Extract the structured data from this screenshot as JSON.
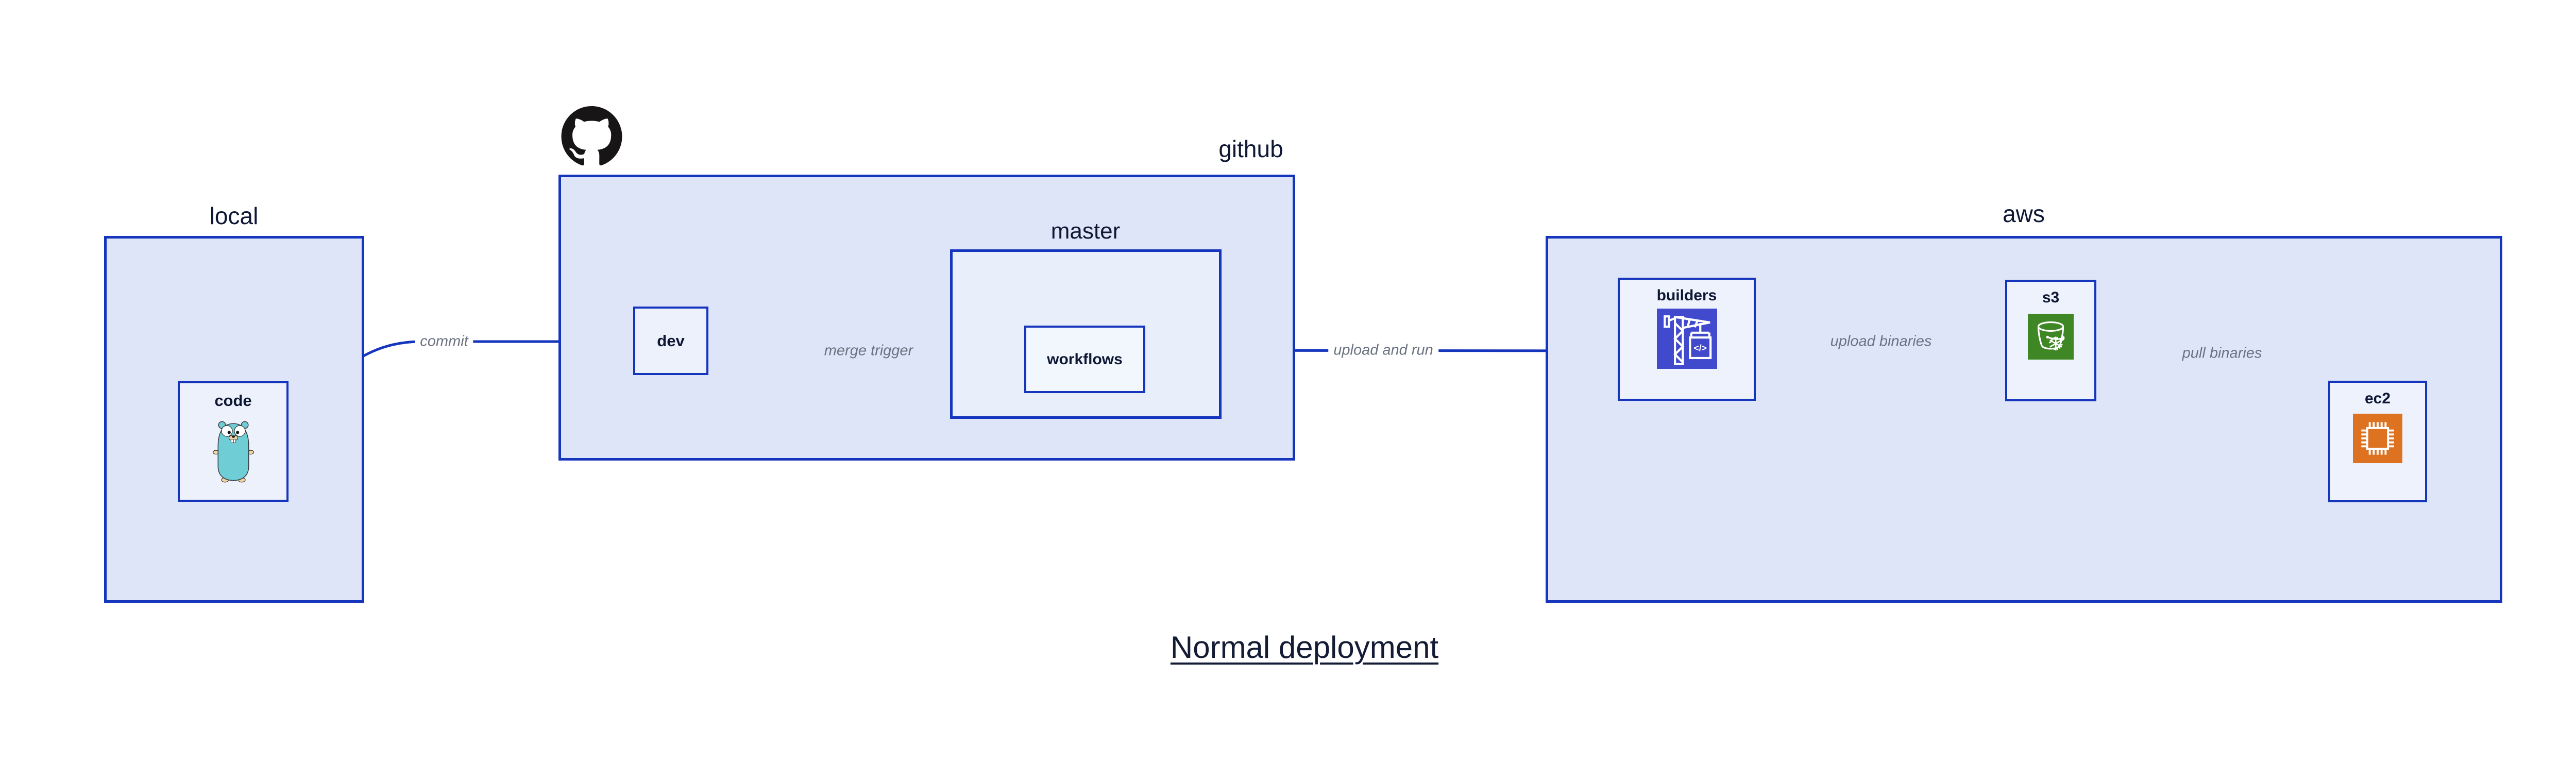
{
  "title": "Normal deployment",
  "groups": {
    "local": {
      "label": "local"
    },
    "github": {
      "label": "github"
    },
    "master": {
      "label": "master"
    },
    "aws": {
      "label": "aws"
    }
  },
  "nodes": {
    "code": {
      "label": "code",
      "icon": "go-gopher"
    },
    "dev": {
      "label": "dev"
    },
    "workflows": {
      "label": "workflows"
    },
    "builders": {
      "label": "builders",
      "icon": "crane-codebuild"
    },
    "s3": {
      "label": "s3",
      "icon": "bucket-snowflake"
    },
    "ec2": {
      "label": "ec2",
      "icon": "cpu-chip"
    }
  },
  "edges": [
    {
      "id": "commit",
      "label": "commit",
      "from": "code",
      "to": "dev"
    },
    {
      "id": "merge-trigger",
      "label": "merge trigger",
      "from": "dev",
      "to": "workflows"
    },
    {
      "id": "upload-and-run",
      "label": "upload and run",
      "from": "workflows",
      "to": "builders"
    },
    {
      "id": "upload-binaries",
      "label": "upload binaries",
      "from": "builders",
      "to": "s3"
    },
    {
      "id": "pull-binaries",
      "label": "pull binaries",
      "from": "s3",
      "to": "ec2"
    }
  ],
  "icons": {
    "github_logo": "octocat-mark",
    "code": "go-gopher",
    "builders": "crane-codebuild",
    "s3": "bucket-snowflake",
    "ec2": "cpu-chip"
  },
  "colors": {
    "line_blue": "#1635bd",
    "group_fill": "#dee5f8",
    "master_fill": "#e9eefb",
    "node_fill": "#edf1fb",
    "text_navy": "#0e1734",
    "edge_label_gray": "#6b7280",
    "github_black": "#171515",
    "gopher_teal": "#6fcdd6",
    "builders_icon_bg": "#4149cc",
    "s3_icon_bg": "#3f8724",
    "ec2_icon_bg": "#dd7220"
  }
}
